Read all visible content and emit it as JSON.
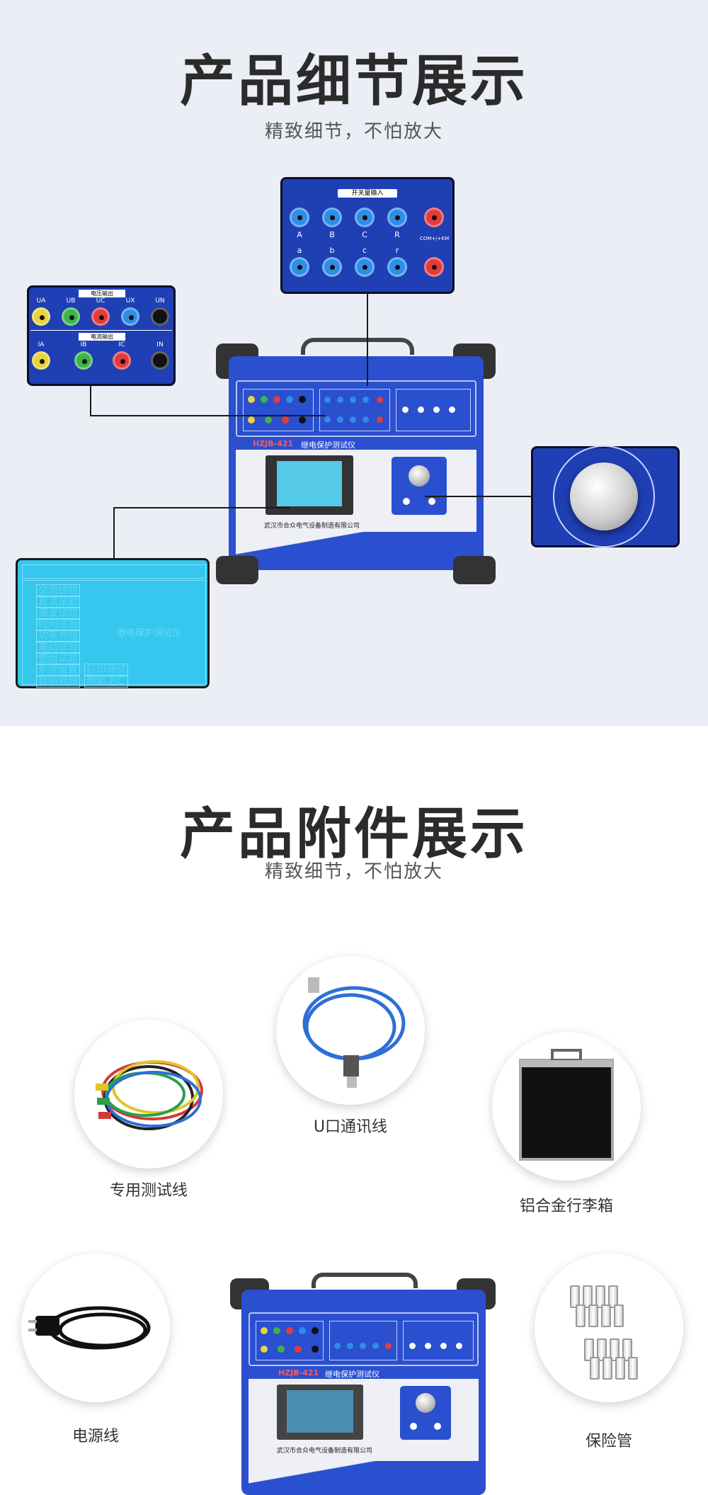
{
  "section_detail": {
    "title": "产品细节展示",
    "subtitle": "精致细节，不怕放大",
    "switch_panel": {
      "title": "开关量输入",
      "top_labels": [
        "A",
        "B",
        "C",
        "R"
      ],
      "bottom_labels": [
        "a",
        "b",
        "c",
        "r"
      ],
      "com_label": "COM+/+KM"
    },
    "output_panel": {
      "voltage_title": "电压输出",
      "voltage_labels": [
        "UA",
        "UB",
        "UC",
        "UX",
        "UN"
      ],
      "current_title": "电流输出",
      "current_labels": [
        "IA",
        "IB",
        "IC",
        "IN"
      ]
    },
    "device": {
      "model": "HZJB-421",
      "name": "继电保护测试仪",
      "company": "武汉市合众电气设备制造有限公司"
    },
    "screen_zoom": {
      "menu_items": [
        "交流试验",
        "直流试验",
        "谐波试验",
        "时间试验",
        "功率方向",
        "差动试验",
        "整组试验",
        "系统设置",
        "数据管理",
        "打印测试",
        "帮助 P.C"
      ],
      "center_text": "继电保护测试仪"
    }
  },
  "section_accessories": {
    "title": "产品附件展示",
    "subtitle": "精致细节，不怕放大",
    "items": [
      {
        "label": "专用测试线",
        "icon": "test-leads-icon"
      },
      {
        "label": "U口通讯线",
        "icon": "usb-cable-icon"
      },
      {
        "label": "铝合金行李箱",
        "icon": "aluminum-case-icon"
      },
      {
        "label": "电源线",
        "icon": "power-cord-icon"
      },
      {
        "label": "保险管",
        "icon": "fuse-icon"
      }
    ]
  },
  "colors": {
    "panel_blue": "#1f3fb5",
    "screen_cyan": "#35c7ee",
    "background_section1": "#ebeef5"
  }
}
